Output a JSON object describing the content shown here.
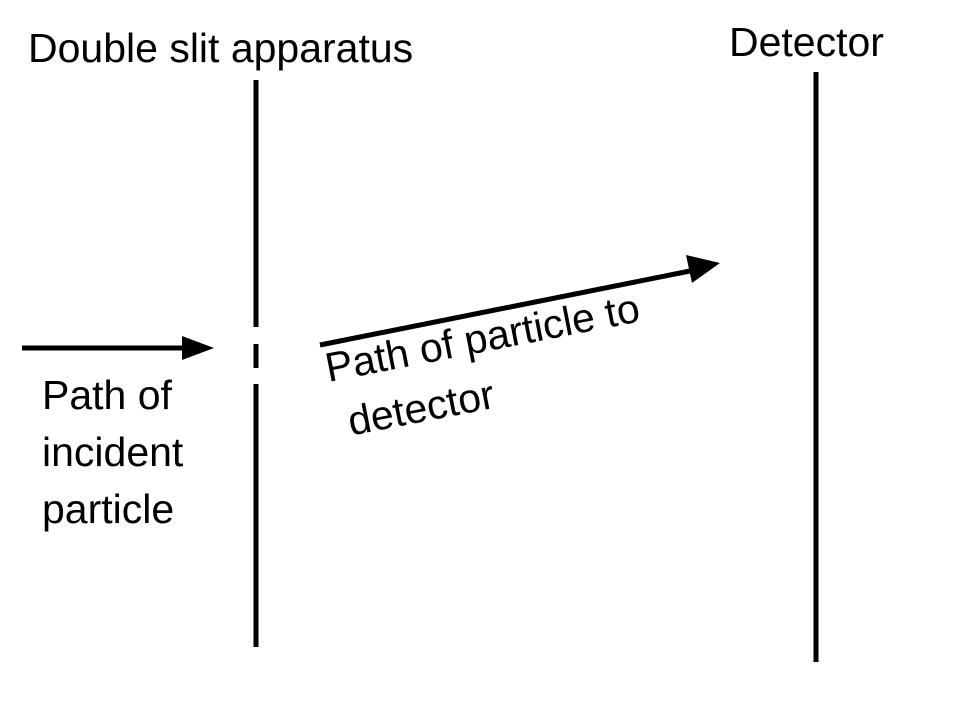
{
  "labels": {
    "apparatus": "Double slit apparatus",
    "detector": "Detector",
    "incident_line1": "Path of",
    "incident_line2": "incident",
    "incident_line3": "particle",
    "path_line1": "Path of particle to",
    "path_line2": "detector"
  },
  "colors": {
    "line": "#000000",
    "background": "#ffffff"
  }
}
